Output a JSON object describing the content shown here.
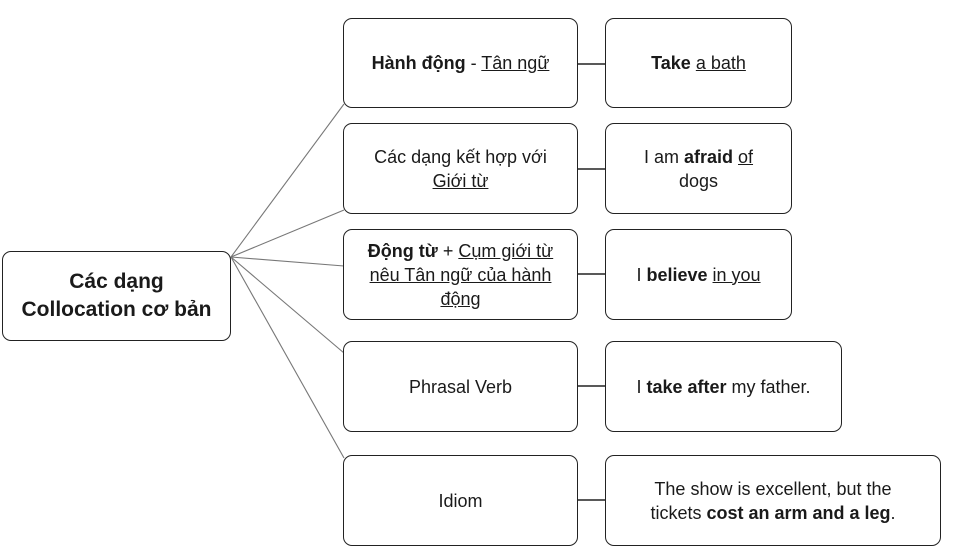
{
  "root": {
    "line1": "Các dạng",
    "line2": "Collocation cơ bản"
  },
  "rows": [
    {
      "type": {
        "p1": "Hành động",
        "p2": " - ",
        "p3": "Tân ngữ"
      },
      "example": {
        "p1": "Take",
        "p2": " ",
        "p3": "a bath"
      }
    },
    {
      "type": {
        "p1": "Các dạng kết hợp với",
        "p2": "Giới từ"
      },
      "example": {
        "p1": "I am ",
        "p2": "afraid",
        "p3": " ",
        "p4": "of",
        "p5": "dogs"
      }
    },
    {
      "type": {
        "p1": "Động từ",
        "p2": " + ",
        "p3": "Cụm giới từ",
        "p4": "nêu Tân ngữ của hành",
        "p5": "động"
      },
      "example": {
        "p1": "I ",
        "p2": "believe",
        "p3": " ",
        "p4": "in you"
      }
    },
    {
      "type": {
        "p1": "Phrasal Verb"
      },
      "example": {
        "p1": "I ",
        "p2": "take after",
        "p3": " my father."
      }
    },
    {
      "type": {
        "p1": "Idiom"
      },
      "example": {
        "p1": "The show is excellent, but the",
        "p2": "tickets ",
        "p3": "cost an arm and a leg",
        "p4": "."
      }
    }
  ]
}
